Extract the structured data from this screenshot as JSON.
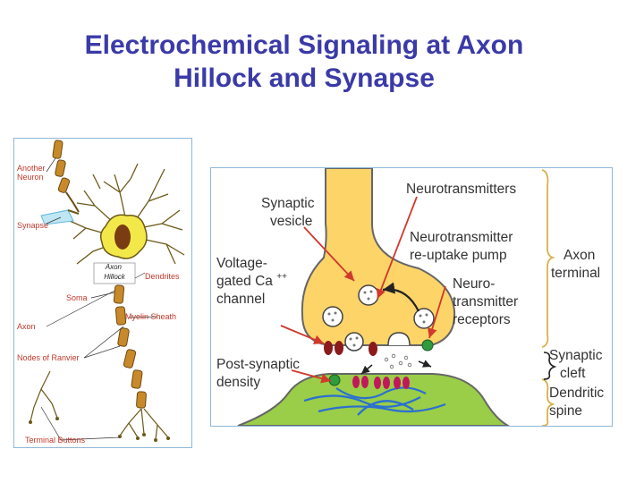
{
  "title": {
    "line1": "Electrochemical Signaling at Axon",
    "line2": "Hillock and Synapse"
  },
  "neuron_labels": {
    "another_neuron_1": "Another",
    "another_neuron_2": "Neuron",
    "synapse": "Synapse",
    "axon_hillock_1": "Axon",
    "axon_hillock_2": "Hillock",
    "dendrites": "Dendrites",
    "soma": "Soma",
    "myelin_sheath": "Myelin Sheath",
    "axon": "Axon",
    "nodes_of_ranvier": "Nodes of Ranvier",
    "terminal_buttons": "Terminal Buttons"
  },
  "synapse_labels": {
    "synaptic_vesicle_1": "Synaptic",
    "synaptic_vesicle_2": "vesicle",
    "neurotransmitters": "Neurotransmitters",
    "reuptake_1": "Neurotransmitter",
    "reuptake_2": "re-uptake pump",
    "voltage_1": "Voltage-",
    "voltage_2": "gated Ca",
    "voltage_sup": "++",
    "voltage_3": "channel",
    "receptors_1": "Neuro-",
    "receptors_2": "transmitter",
    "receptors_3": "receptors",
    "axon_terminal_1": "Axon",
    "axon_terminal_2": "terminal",
    "post_synaptic_1": "Post-synaptic",
    "post_synaptic_2": "density",
    "synaptic_cleft_1": "Synaptic",
    "synaptic_cleft_2": "cleft",
    "dendritic_spine_1": "Dendritic",
    "dendritic_spine_2": "spine"
  },
  "colors": {
    "title": "#3a3aa8",
    "terminal_fill": "#fcd468",
    "spine_fill": "#9acd48",
    "arrow": "#d0392b",
    "label_red": "#c0392b",
    "channel": "#8b1a1a",
    "receptor": "#c2185b",
    "green_receptor": "#2e9b3c",
    "filament": "#2a6fd1",
    "neuron_fill": "#f3e84a",
    "nucleus": "#7a3c12",
    "myelin": "#c8892b"
  }
}
